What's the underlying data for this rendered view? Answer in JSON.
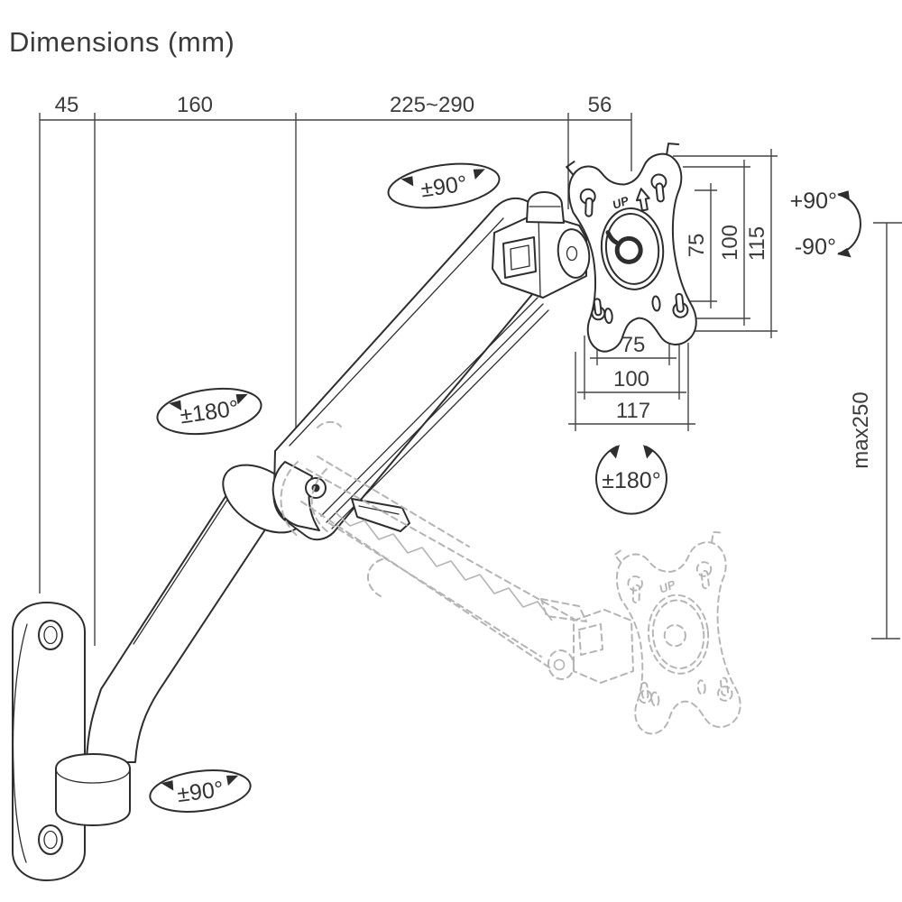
{
  "title": "Dimensions (mm)",
  "dims": {
    "top": {
      "d1": "45",
      "d2": "160",
      "d3": "225~290",
      "d4": "56"
    },
    "vesa_vertical": {
      "inner": "75",
      "mid": "100",
      "outer": "115"
    },
    "vesa_horizontal": {
      "inner": "75",
      "mid": "100",
      "outer": "117"
    },
    "height_adjust": "max250"
  },
  "angles": {
    "head_swivel": "±90°",
    "elbow_rotation": "±180°",
    "plate_rotation": "±180°",
    "base_swivel": "±90°",
    "tilt_up": "+90°",
    "tilt_down": "-90°"
  },
  "plate_marking": "UP",
  "ghost_plate_marking": "UP",
  "colors": {
    "line": "#2e2e2e",
    "dimension": "#454545",
    "ghost": "#b4b4b4",
    "background": "#ffffff"
  }
}
